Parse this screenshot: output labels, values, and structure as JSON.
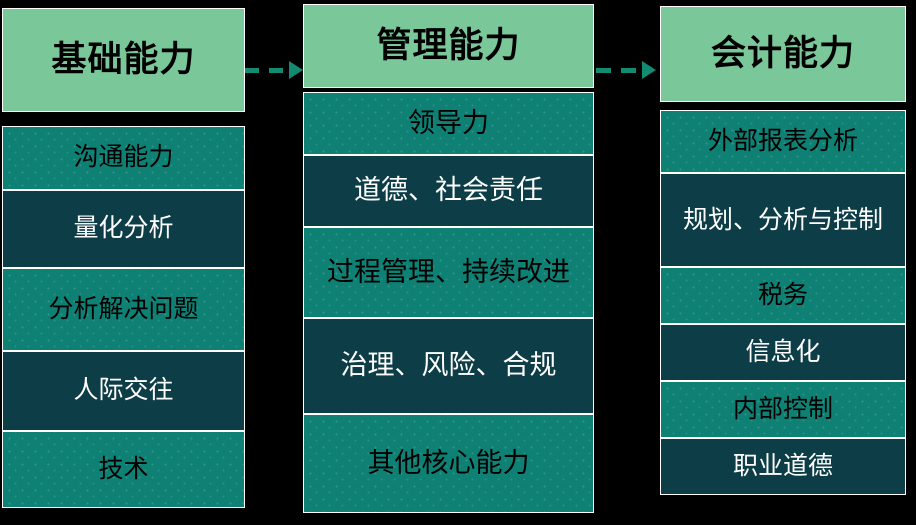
{
  "diagram": {
    "title_columns": [
      {
        "id": "foundation",
        "header": "基础能力",
        "items": [
          "沟通能力",
          "量化分析",
          "分析解决问题",
          "人际交往",
          "技术"
        ]
      },
      {
        "id": "management",
        "header": "管理能力",
        "items": [
          "领导力",
          "道德、社会责任",
          "过程管理、持续改进",
          "治理、风险、合规",
          "其他核心能力"
        ]
      },
      {
        "id": "accounting",
        "header": "会计能力",
        "items": [
          "外部报表分析",
          "规划、分析与控制",
          "税务",
          "信息化",
          "内部控制",
          "职业道德"
        ]
      }
    ],
    "connectors": [
      {
        "id": "arrow-foundation-to-management",
        "style": "dashed-arrow"
      },
      {
        "id": "arrow-management-to-accounting",
        "style": "dashed-arrow"
      }
    ],
    "colors": {
      "background": "#000000",
      "header_green": "#7AC79A",
      "row_teal": "#0E8074",
      "row_navy": "#0D3D47",
      "arrow_green": "#138A72",
      "border_white": "#FFFFFF",
      "text_dark": "#000000",
      "text_light": "#FFFFFF"
    }
  }
}
